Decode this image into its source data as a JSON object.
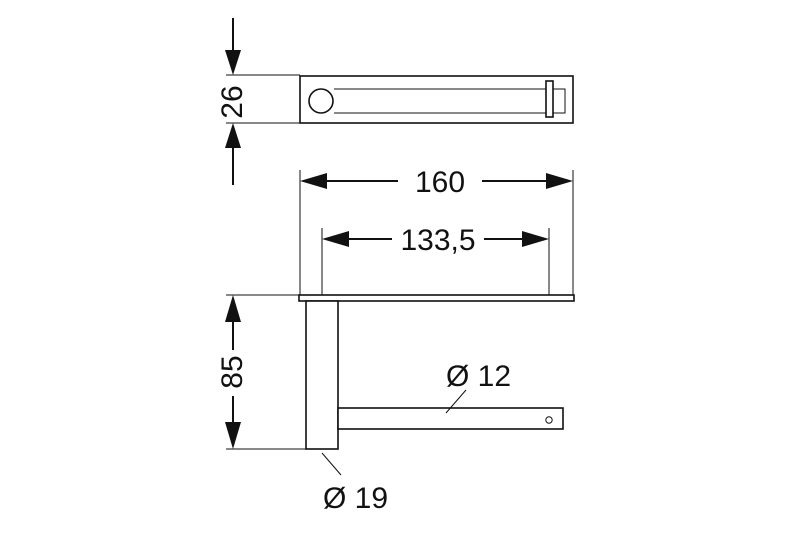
{
  "drawing": {
    "dimensions": {
      "height_top": "26",
      "overall_width": "160",
      "inner_width": "133,5",
      "height_side": "85",
      "rod_diameter": "Ø 12",
      "post_diameter": "Ø 19"
    }
  }
}
